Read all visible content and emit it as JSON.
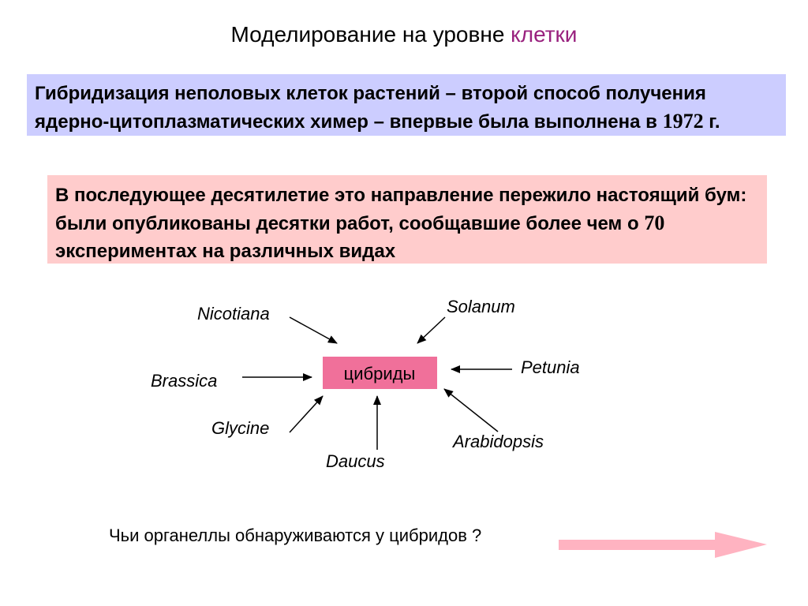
{
  "header": {
    "title_main": "Моделирование на уровне",
    "title_highlight": "клетки",
    "highlight_color": "#99217e"
  },
  "block1": {
    "text_before_year": "Гибридизация неполовых клеток растений – второй способ получения ядерно-цитоплазматических химер – впервые была выполнена в ",
    "year": "1972",
    "text_after_year": " г.",
    "background": "#cccdff"
  },
  "block2": {
    "text_before_number": "В последующее десятилетие это направление пережило настоящий бум: были опубликованы десятки работ, сообщавшие более чем о ",
    "number": "70",
    "text_after_number": " экспериментах на различных видах",
    "background": "#ffcccc"
  },
  "diagram": {
    "center": {
      "label": "цибриды",
      "color": "#f0709a"
    },
    "species": {
      "nicotiana": "Nicotiana",
      "solanum": "Solanum",
      "brassica": "Brassica",
      "petunia": "Petunia",
      "glycine": "Glycine",
      "daucus": "Daucus",
      "arabidopsis": "Arabidopsis"
    }
  },
  "footer": {
    "question": "Чьи органеллы обнаруживаются у цибридов ?",
    "arrow_color": "#ffb3c1"
  }
}
